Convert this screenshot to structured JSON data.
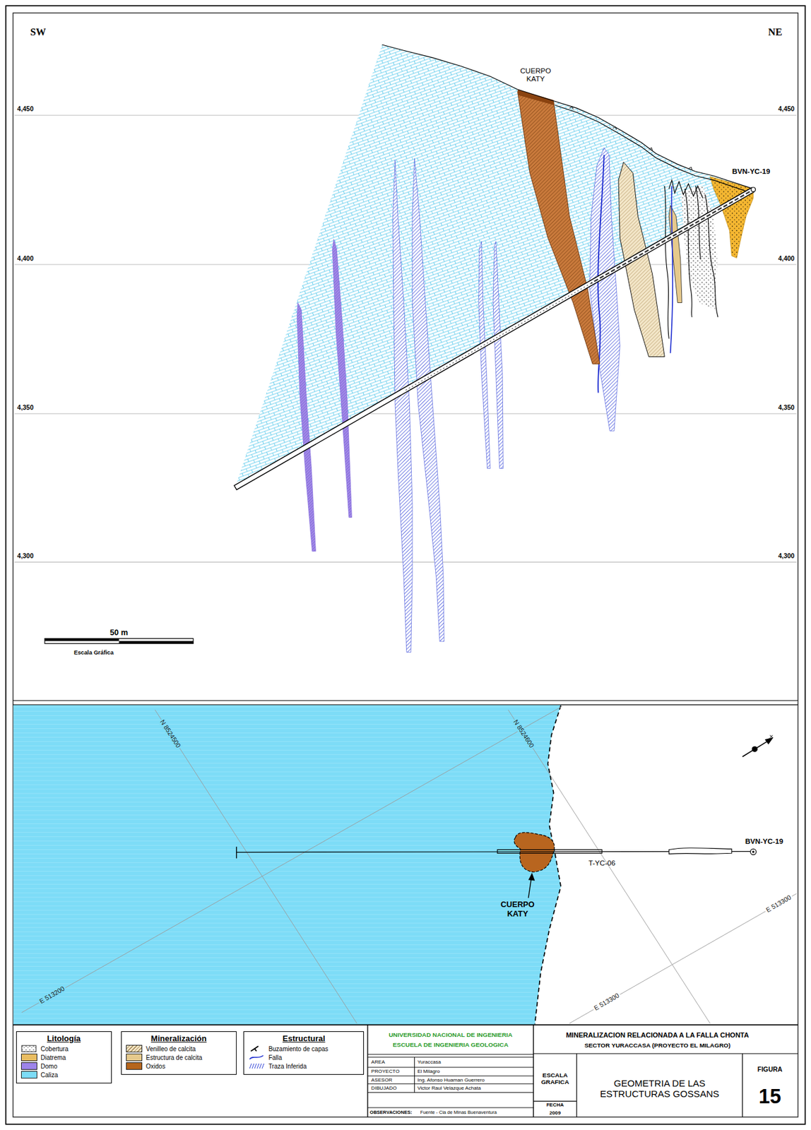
{
  "diagram": {
    "title": "MINERALIZACION RELACIONADA A LA FALLA CHONTA",
    "nodes": [
      {
        "text": [
          "Litología"
        ]
      },
      {
        "text": [
          "Mineralización"
        ]
      },
      {
        "text": [
          "Estructural"
        ]
      }
    ],
    "labels": [
      "SW",
      "NE",
      "4,450",
      "4,450",
      "4,400",
      "4,400",
      "4,350",
      "4,350",
      "4,300",
      "4,300",
      "CUERPO KATY",
      "BVN-YC-19",
      "50 m",
      "Escala Gráfica",
      "N 8524500",
      "N 8524600",
      "E 513200",
      "E 513300",
      "E 513300",
      "CUERPO KATY",
      "T-YC-06",
      "BVN-YC-19",
      "UNIVERSIDAD NACIONAL DE INGENIERIA",
      "ESCUELA DE INGENIERIA GEOLOGICA",
      "AREA",
      "Yuraccasa",
      "PROYECTO",
      "El Milagro",
      "ASESOR",
      "Ing. Afonso Huaman Guerrero",
      "DIBUJADO",
      "Victor Raul Velazque Achata",
      "OBSERVACIONES:",
      "Fuente - Cia de Minas Buenaventura",
      "SECTOR YURACCASA (PROYECTO EL MILAGRO)",
      "ESCALA GRAFICA",
      "FECHA",
      "2009",
      "GEOMETRIA DE LAS ESTRUCTURAS GOSSANS",
      "FIGURA",
      "15"
    ],
    "legend": [
      {
        "text": "Cobertura"
      },
      {
        "text": "Diatrema",
        "color": "#e9bd62"
      },
      {
        "text": "Domo",
        "color": "#9d84ea"
      },
      {
        "text": "Caliza",
        "color": "#7ddcf7"
      },
      {
        "text": "Venilleo de calcita",
        "color": "#f2e3c2"
      },
      {
        "text": "Estructura de calcita",
        "color": "#e6c98c"
      },
      {
        "text": "Oxidos",
        "color": "#b5651d"
      },
      {
        "text": "Buzamiento de capas"
      },
      {
        "text": "Falla"
      },
      {
        "text": "Traza Inferida"
      }
    ]
  }
}
